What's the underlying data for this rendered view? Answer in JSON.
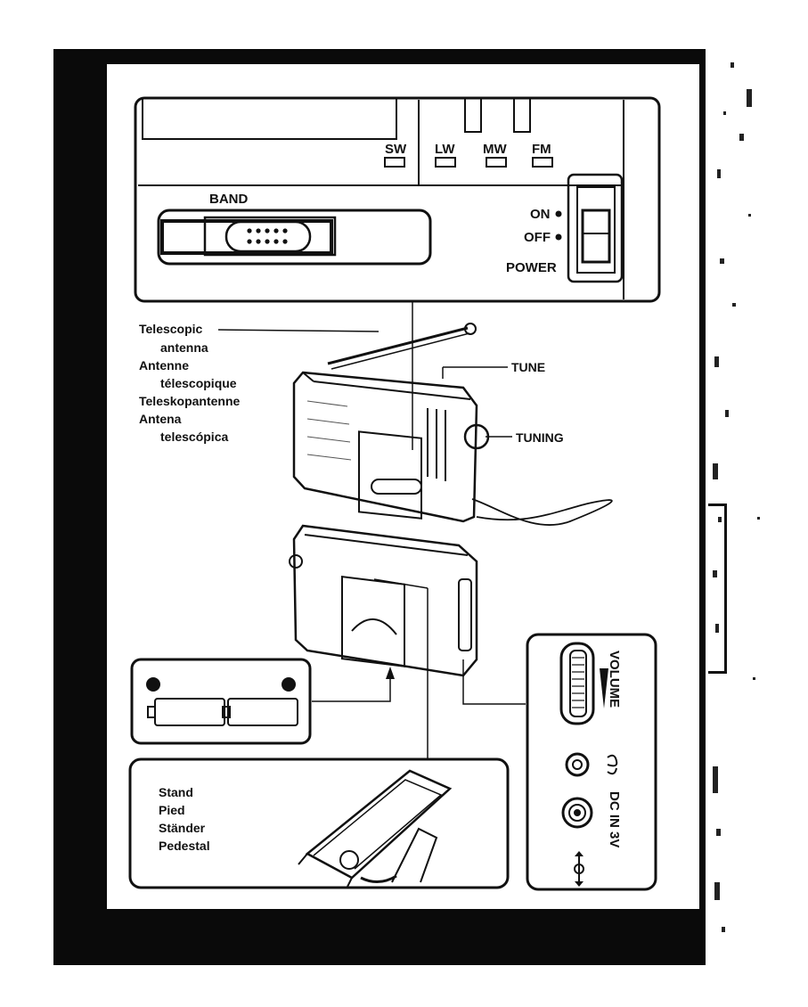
{
  "top_panel": {
    "band_buttons": [
      "SW",
      "LW",
      "MW",
      "FM"
    ],
    "band_label": "BAND",
    "on_label": "ON",
    "off_label": "OFF",
    "power_label": "POWER"
  },
  "antenna_labels": [
    "Telescopic",
    "antenna",
    "Antenne",
    "télescopique",
    "Teleskopantenne",
    "Antena",
    "telescópica"
  ],
  "tune_label": "TUNE",
  "tuning_label": "TUNING",
  "volume_label": "VOLUME",
  "dc_in_label": "DC IN 3V",
  "stand_labels": [
    "Stand",
    "Pied",
    "Ständer",
    "Pedestal"
  ]
}
